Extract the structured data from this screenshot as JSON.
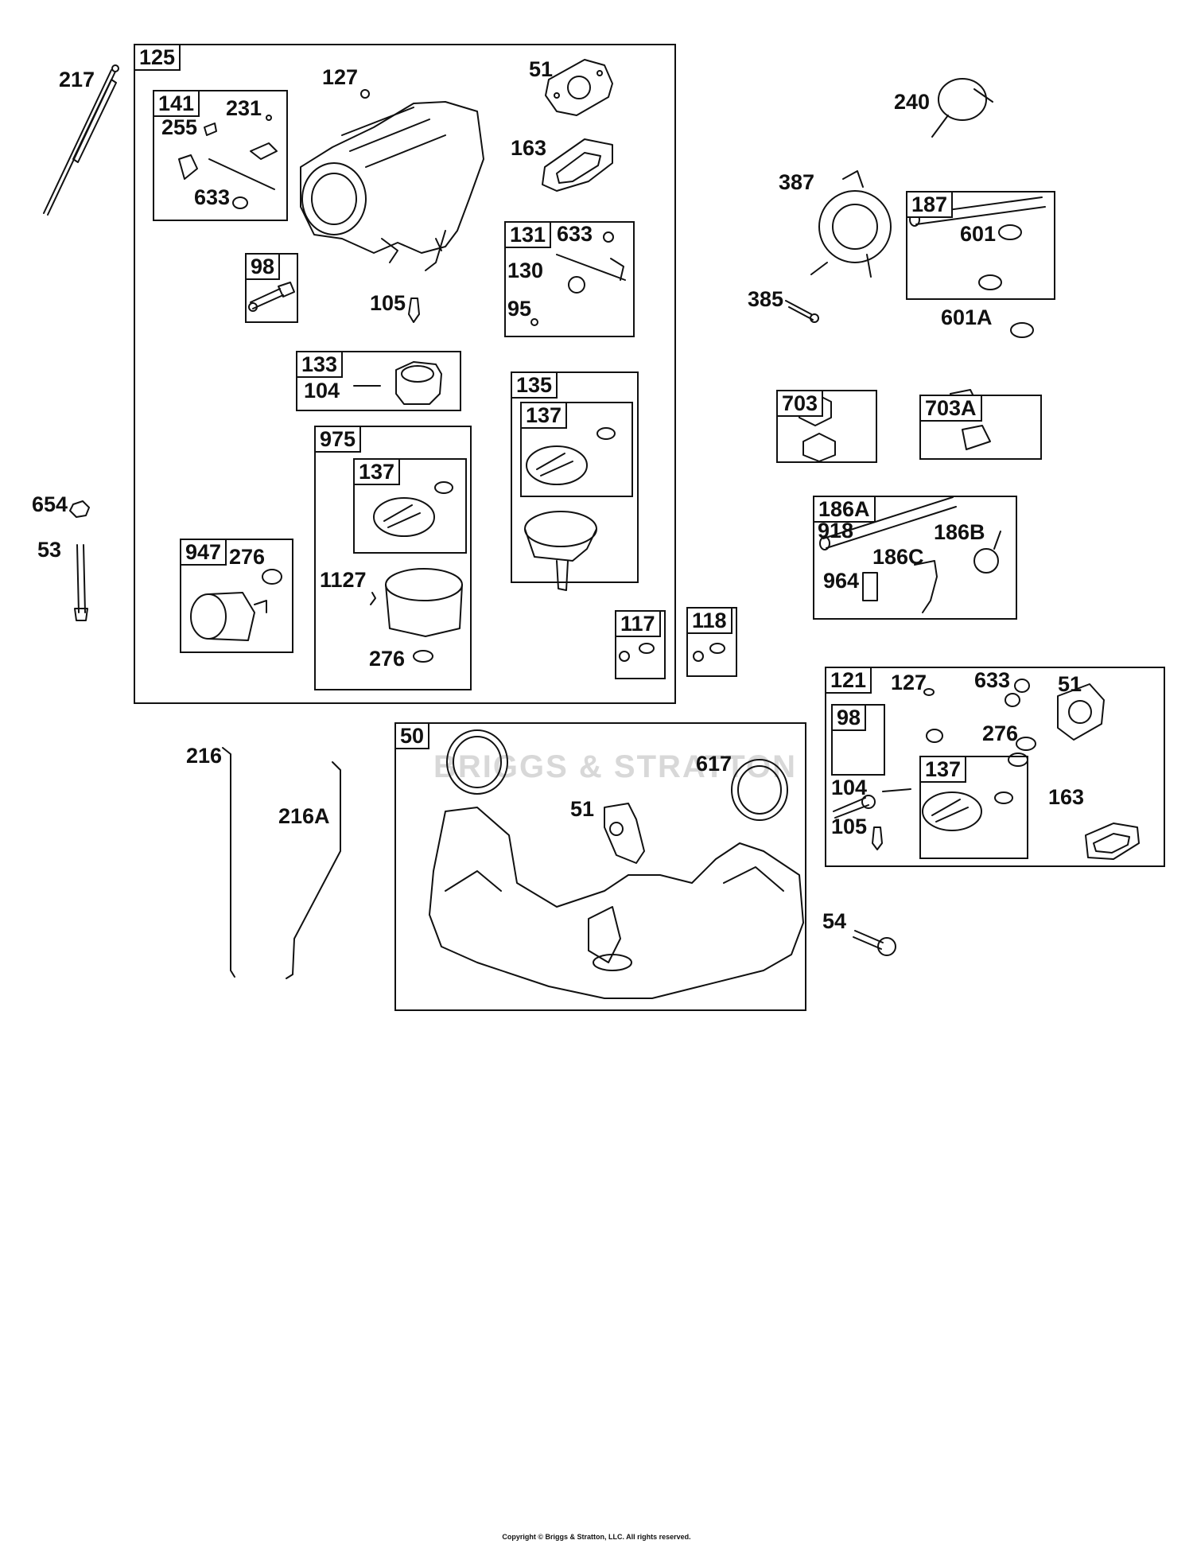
{
  "watermark": "BRIGGS & STRATTON",
  "copyright": "Copyright © Briggs & Stratton, LLC. All rights reserved.",
  "kits": {
    "k125": "125",
    "k141": "141",
    "k98a": "98",
    "k131": "131",
    "k133": "133",
    "k135": "135",
    "k137a": "137",
    "k975": "975",
    "k137b": "137",
    "k947": "947",
    "k117": "117",
    "k118": "118",
    "k187": "187",
    "k703": "703",
    "k703A": "703A",
    "k186A": "186A",
    "k121": "121",
    "k98b": "98",
    "k137c": "137",
    "k50": "50"
  },
  "labels": {
    "p217": "217",
    "p127a": "127",
    "p51a": "51",
    "p231": "231",
    "p255": "255",
    "p163a": "163",
    "p633a": "633",
    "p633b": "633",
    "p130": "130",
    "p95": "95",
    "p105a": "105",
    "p104a": "104",
    "p654": "654",
    "p53": "53",
    "p276a": "276",
    "p1127": "1127",
    "p276b": "276",
    "p240": "240",
    "p387": "387",
    "p385": "385",
    "p601": "601",
    "p601A": "601A",
    "p918": "918",
    "p186B": "186B",
    "p186C": "186C",
    "p964": "964",
    "p127b": "127",
    "p633c": "633",
    "p51b": "51",
    "p276c": "276",
    "p104b": "104",
    "p105b": "105",
    "p163b": "163",
    "p54": "54",
    "p216": "216",
    "p216A": "216A",
    "p617": "617",
    "p51c": "51"
  }
}
